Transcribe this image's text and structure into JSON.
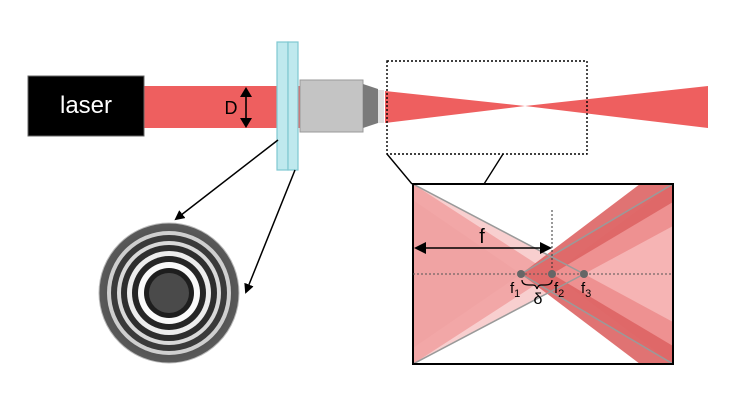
{
  "labels": {
    "laser": "laser",
    "diameter": "D",
    "focal_length": "f",
    "delta": "δ",
    "f1": "f",
    "f1_sub": "1",
    "f2": "f",
    "f2_sub": "2",
    "f3": "f",
    "f3_sub": "3"
  },
  "colors": {
    "beam": "#ee5f5f",
    "laser_box": "#000000",
    "plate": "#bfe9ee",
    "plate_edge": "#7fc8d1",
    "objective": "#c4c4c4",
    "inset_light": "#f2a7a7",
    "inset_mid": "#ec8c8c",
    "inset_dark": "#dd6464"
  }
}
